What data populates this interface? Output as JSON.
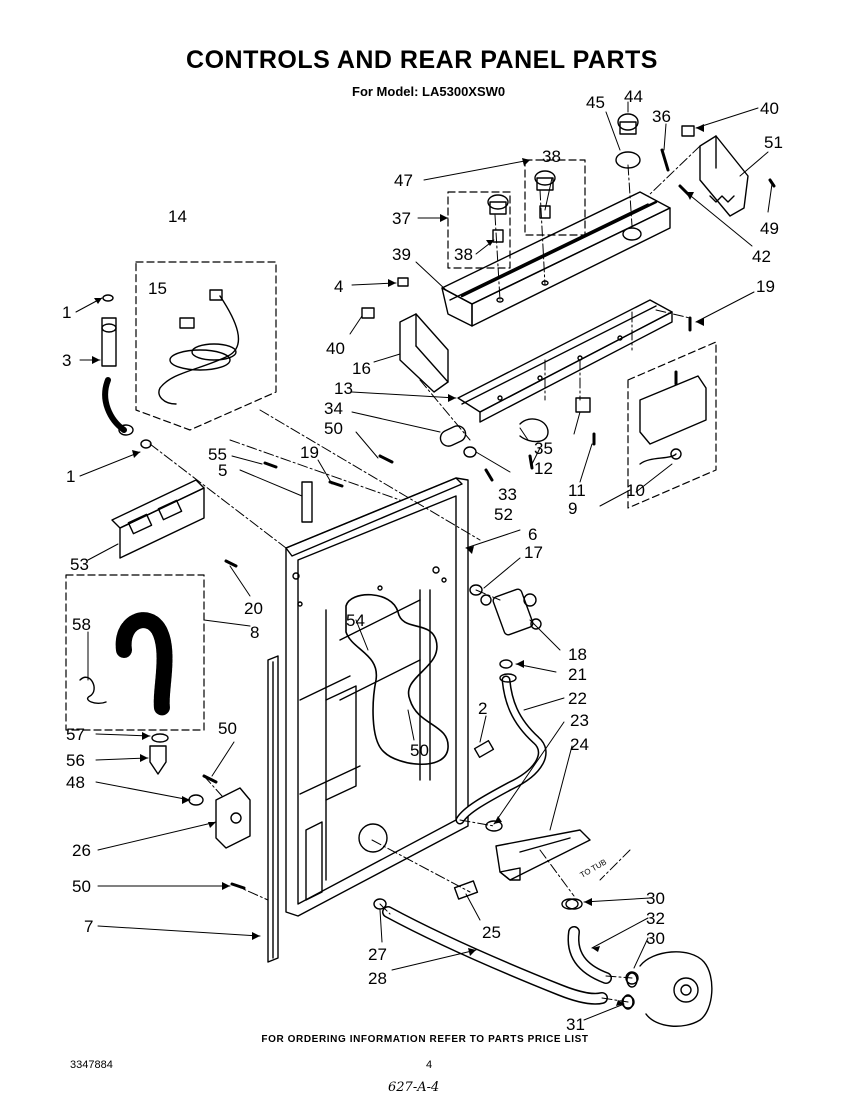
{
  "title": "CONTROLS AND REAR PANEL PARTS",
  "subtitle": "For Model: LA5300XSW0",
  "footer": "FOR ORDERING INFORMATION REFER TO PARTS PRICE LIST",
  "doc_number": "3347884",
  "page_number": "4",
  "handwritten_note": "627-A-4",
  "to_tub_label": "TO TUB",
  "callouts": {
    "c1a": "1",
    "c1b": "1",
    "c2": "2",
    "c3": "3",
    "c4": "4",
    "c5": "5",
    "c6": "6",
    "c7": "7",
    "c8": "8",
    "c9": "9",
    "c10": "10",
    "c11": "11",
    "c12": "12",
    "c13": "13",
    "c14": "14",
    "c15": "15",
    "c16": "16",
    "c17": "17",
    "c18": "18",
    "c19a": "19",
    "c19b": "19",
    "c20": "20",
    "c21": "21",
    "c22": "22",
    "c23": "23",
    "c24": "24",
    "c25": "25",
    "c26": "26",
    "c27": "27",
    "c28": "28",
    "c30a": "30",
    "c30b": "30",
    "c31": "31",
    "c32": "32",
    "c33": "33",
    "c34": "34",
    "c35": "35",
    "c36": "36",
    "c37": "37",
    "c38a": "38",
    "c38b": "38",
    "c39": "39",
    "c40a": "40",
    "c40b": "40",
    "c42": "42",
    "c44": "44",
    "c45": "45",
    "c47": "47",
    "c48": "48",
    "c49": "49",
    "c50a": "50",
    "c50b": "50",
    "c50c": "50",
    "c50d": "50",
    "c51": "51",
    "c52": "52",
    "c53": "53",
    "c54": "54",
    "c55": "55",
    "c56": "56",
    "c57": "57",
    "c58": "58"
  }
}
